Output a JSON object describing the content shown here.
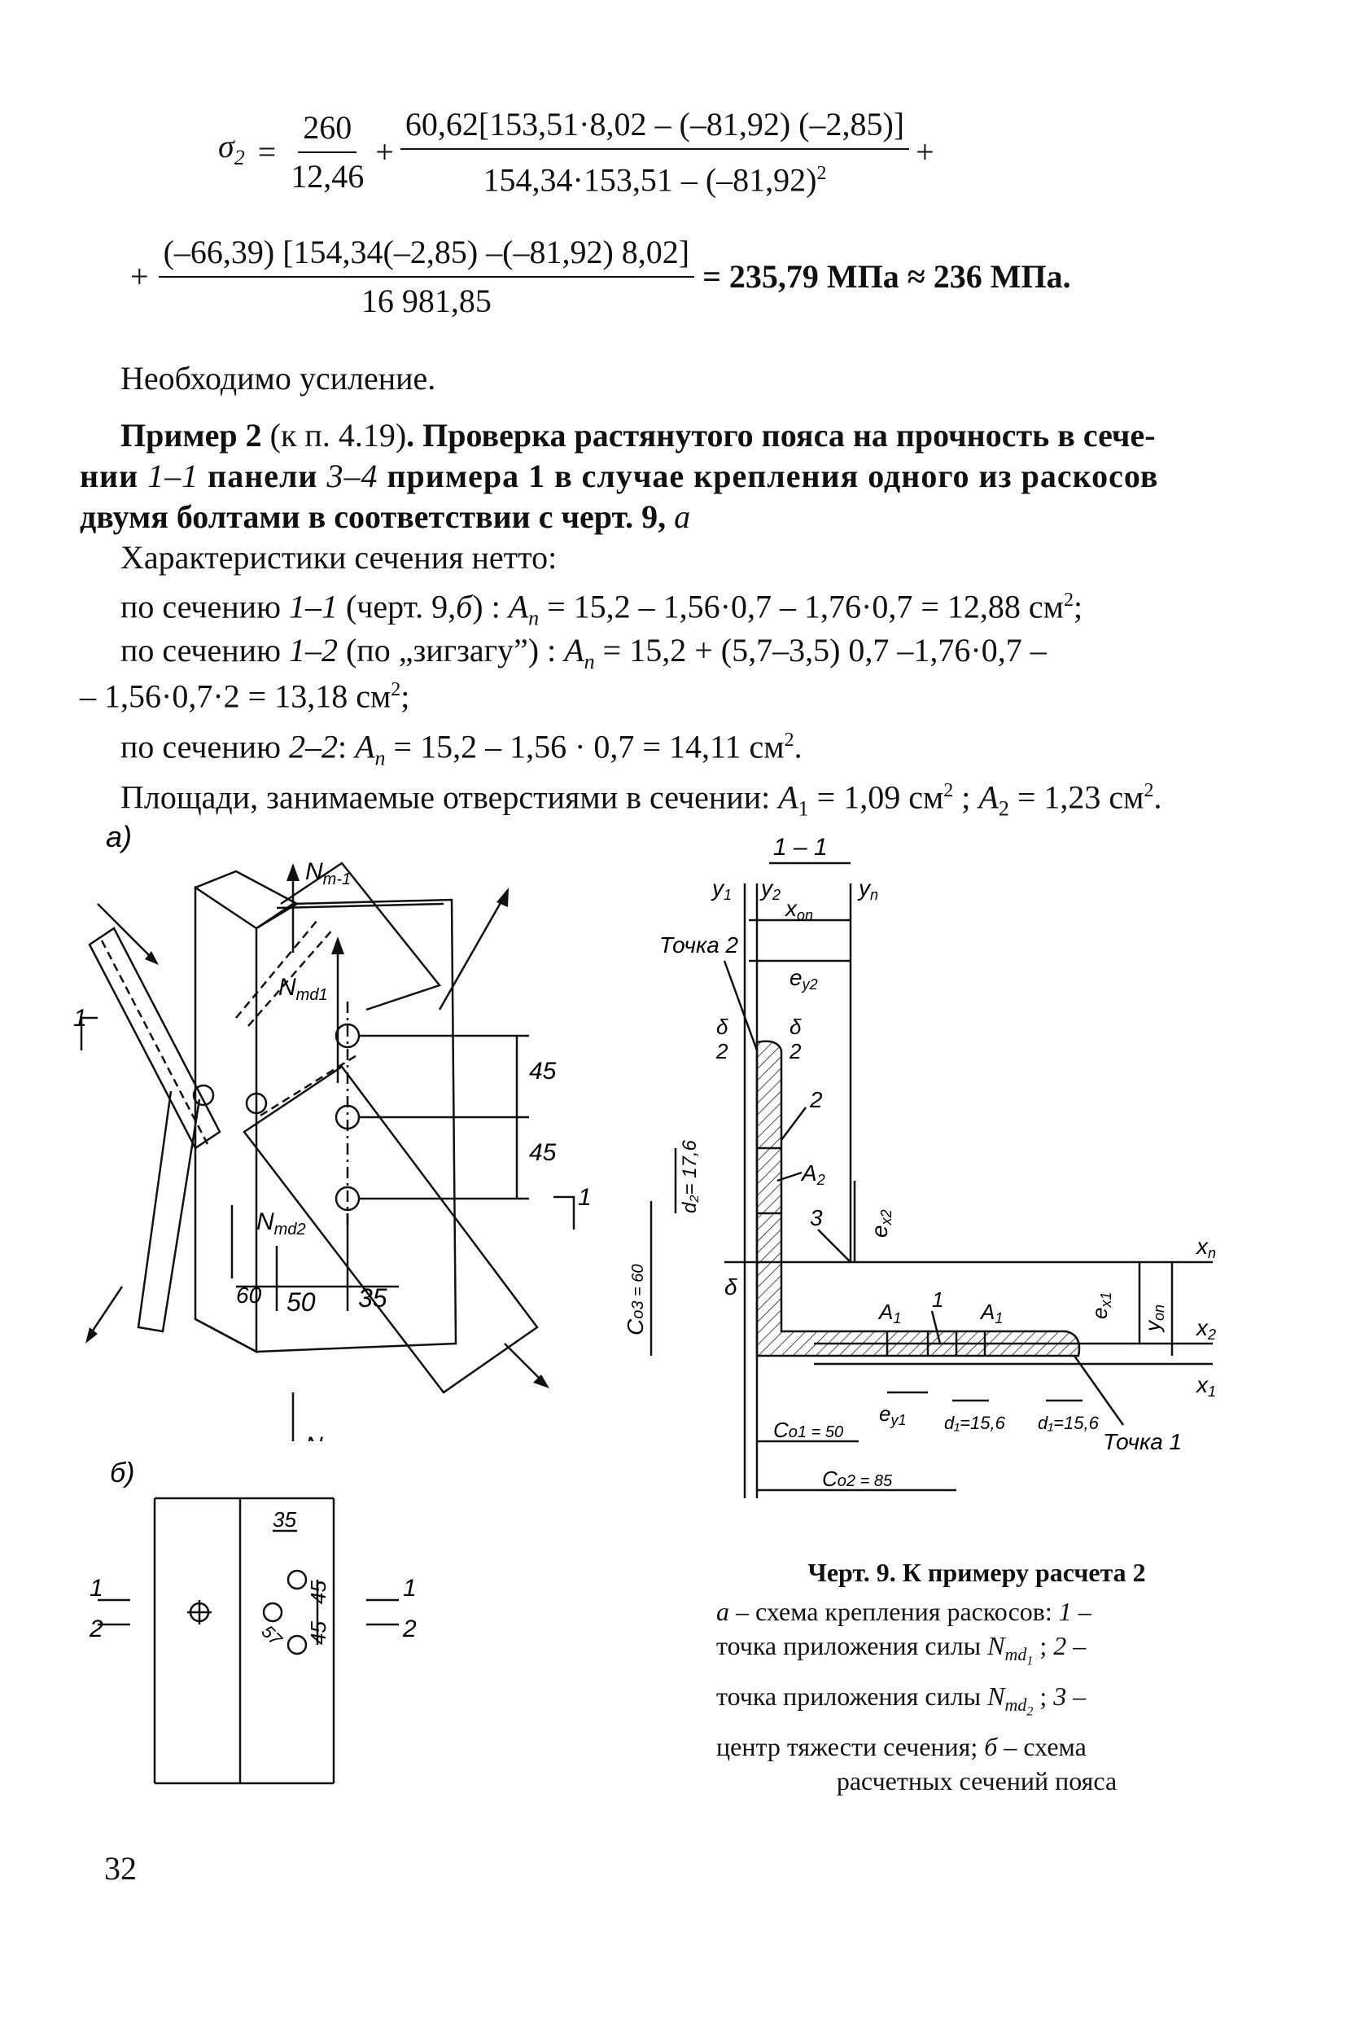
{
  "formula": {
    "sigma_label": "σ",
    "sigma_sub": "2",
    "eq": "=",
    "plus": "+",
    "frac1_num": "260",
    "frac1_den": "12,46",
    "frac2_num": "60,62[153,51·8,02 – (–81,92) (–2,85)]",
    "frac2_den": "154,34·153,51 – (–81,92)",
    "frac2_den_sup": "2",
    "frac3_num": "(–66,39) [154,34(–2,85) –(–81,92) 8,02]",
    "frac3_den": "16 981,85",
    "result": "= 235,79 МПа ≈ 236 МПа."
  },
  "text": {
    "need_reinforcement": "Необходимо усиление.",
    "example_head": "Пример 2",
    "example_ref": "(к п. 4.19)",
    "example_body_1": ". Проверка растянутого пояса на прочность в сече-",
    "example_line2_a": "нии",
    "example_line2_b": "1–1",
    "example_line2_c": "панели",
    "example_line2_d": "3–4",
    "example_line2_e": "примера 1 в случае крепления одного из раскосов",
    "example_line3": "двумя болтами в соответствии с черт. 9,",
    "example_line3_it": "а",
    "net_head": "Характеристики сечения нетто:",
    "sec1": "по сечению",
    "sec1_it": "1–1",
    "sec1_rest": "(черт. 9,",
    "sec1_b": "б",
    "sec1_end": ") :",
    "sec1_formula": "= 15,2 – 1,56·0,7 – 1,76·0,7 = 12,88 см",
    "sec1_sup": "2",
    "sec1_semicolon": ";",
    "sec2": "по сечению",
    "sec2_it": "1–2",
    "sec2_rest": "(по „зигзагу”) :",
    "sec2_formula": "= 15,2 + (5,7–3,5) 0,7 –1,76·0,7 –",
    "sec2_line2": "– 1,56·0,7·2 = 13,18 см",
    "sec2_sup": "2",
    "sec2_semicolon": ";",
    "sec3": "по сечению",
    "sec3_it": "2–2",
    "sec3_formula": "= 15,2 – 1,56 · 0,7 = 14,11 см",
    "sec3_sup": "2",
    "sec3_end": ".",
    "areas": "Площади, занимаемые отверстиями в сечении:",
    "area1": "= 1,09 см",
    "area1_sup": "2",
    "area_sep": ";",
    "area2": "= 1,23 см",
    "area2_sup": "2",
    "area_end": ".",
    "An_A": "A",
    "An_n": "n",
    "A1": "A",
    "A1_sub": "1",
    "A2": "A",
    "A2_sub": "2"
  },
  "figure_a": {
    "label": "а)",
    "N_m1": "N",
    "N_m1_sub": "m-1",
    "N_md1": "N",
    "N_md1_sub": "md1",
    "N_md2": "N",
    "N_md2_sub": "md2",
    "N_m": "N",
    "N_m_sub": "m",
    "dim_45a": "45",
    "dim_45b": "45",
    "dim_60": "60",
    "dim_50": "50",
    "dim_35": "35",
    "sec_1_left": "1",
    "sec_1_right": "1"
  },
  "figure_section": {
    "title": "1 – 1",
    "y1": "y",
    "y1_sub": "1",
    "y2": "y",
    "y2_sub": "2",
    "yn": "y",
    "yn_sub": "n",
    "x_on": "x",
    "x_on_sub": "on",
    "point2": "Точка 2",
    "e_y2": "e",
    "e_y2_sub": "y2",
    "delta": "δ",
    "half": "2",
    "label_2": "2",
    "label_3": "3",
    "label_1": "1",
    "d2": "d₂= 17,6",
    "A2_label": "A",
    "A2_sub": "2",
    "e_x2": "e",
    "e_x2_sub": "x2",
    "C_o3": "C",
    "C_o3_val": "o3 = 60",
    "xn": "x",
    "xn_sub": "n",
    "x2": "x",
    "x2_sub": "2",
    "x1": "x",
    "x1_sub": "1",
    "e_x1": "e",
    "e_x1_sub": "x1",
    "y_on": "y",
    "y_on_sub": "on",
    "A1_a": "A",
    "A1_a_sub": "1",
    "A1_b": "A",
    "A1_b_sub": "1",
    "e_y1": "e",
    "e_y1_sub": "y1",
    "d1a": "d₁=15,6",
    "d1b": "d₁=15,6",
    "C_o1": "C",
    "C_o1_val": "o1 = 50",
    "C_o2": "C",
    "C_o2_val": "o2 = 85",
    "point1": "Точка 1"
  },
  "figure_b": {
    "label": "б)",
    "dim_35": "35",
    "dim_45a": "45",
    "dim_45b": "45",
    "dim_57": "57",
    "left_1": "1",
    "left_2": "2",
    "right_1": "1",
    "right_2": "2"
  },
  "caption": {
    "title": "Черт. 9. К примеру расчета 2",
    "a_it": "а",
    "a_text": " – схема крепления раскосов:",
    "one": " 1",
    "dash": " –",
    "line2": "точка приложения силы",
    "N": "N",
    "md1": "md",
    "md1_sub": "1",
    "line2_end": " ;",
    "two": " 2",
    "line3": "точка приложения силы",
    "md2": "md",
    "md2_sub": "2",
    "line3_end": " ;",
    "three": " 3",
    "line4": "центр тяжести сечения;",
    "b_it": " б",
    "line4_end": " – схема",
    "line5": "расчетных сечений пояса"
  },
  "page_number": "32"
}
